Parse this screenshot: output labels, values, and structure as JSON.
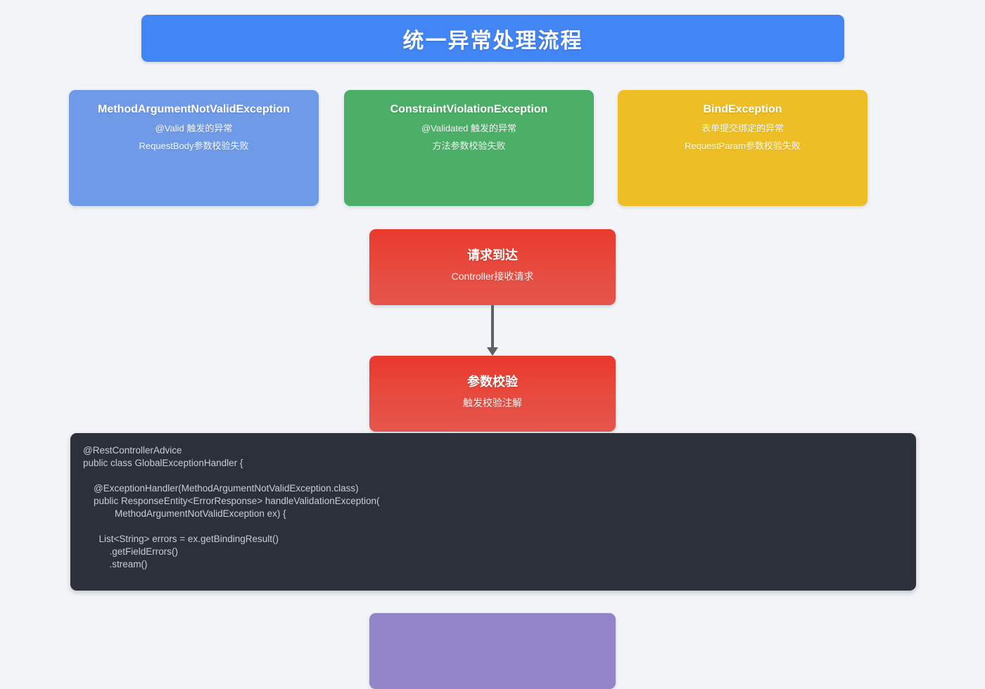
{
  "page": {
    "background_color": "#f2f4f7"
  },
  "header": {
    "title": "统一异常处理流程",
    "color": "#4285f4"
  },
  "exception_cards": [
    {
      "title": "MethodArgumentNotValidException",
      "line1": "@Valid 触发的异常",
      "line2": "RequestBody参数校验失败",
      "color": "#6f9ae8"
    },
    {
      "title": "ConstraintViolationException",
      "line1": "@Validated 触发的异常",
      "line2": "方法参数校验失败",
      "color": "#4caf67"
    },
    {
      "title": "BindException",
      "line1": "表单提交绑定的异常",
      "line2": "RequestParam参数校验失败",
      "color": "#edbe25"
    }
  ],
  "flow_nodes": [
    {
      "title": "请求到达",
      "subtitle": "Controller接收请求",
      "color": "#e8483c"
    },
    {
      "title": "参数校验",
      "subtitle": "触发校验注解",
      "color": "#e8483c"
    },
    {
      "title": "",
      "subtitle": "",
      "color": "#9384c7"
    }
  ],
  "connector": {
    "color": "#5a6169"
  },
  "code_block": {
    "background_color": "#2b303b",
    "text_color": "#c7cdd6",
    "lines": [
      "@RestControllerAdvice",
      "public class GlobalExceptionHandler {",
      "",
      "    @ExceptionHandler(MethodArgumentNotValidException.class)",
      "    public ResponseEntity<ErrorResponse> handleValidationException(",
      "            MethodArgumentNotValidException ex) {",
      "",
      "      List<String> errors = ex.getBindingResult()",
      "          .getFieldErrors()",
      "          .stream()"
    ]
  }
}
